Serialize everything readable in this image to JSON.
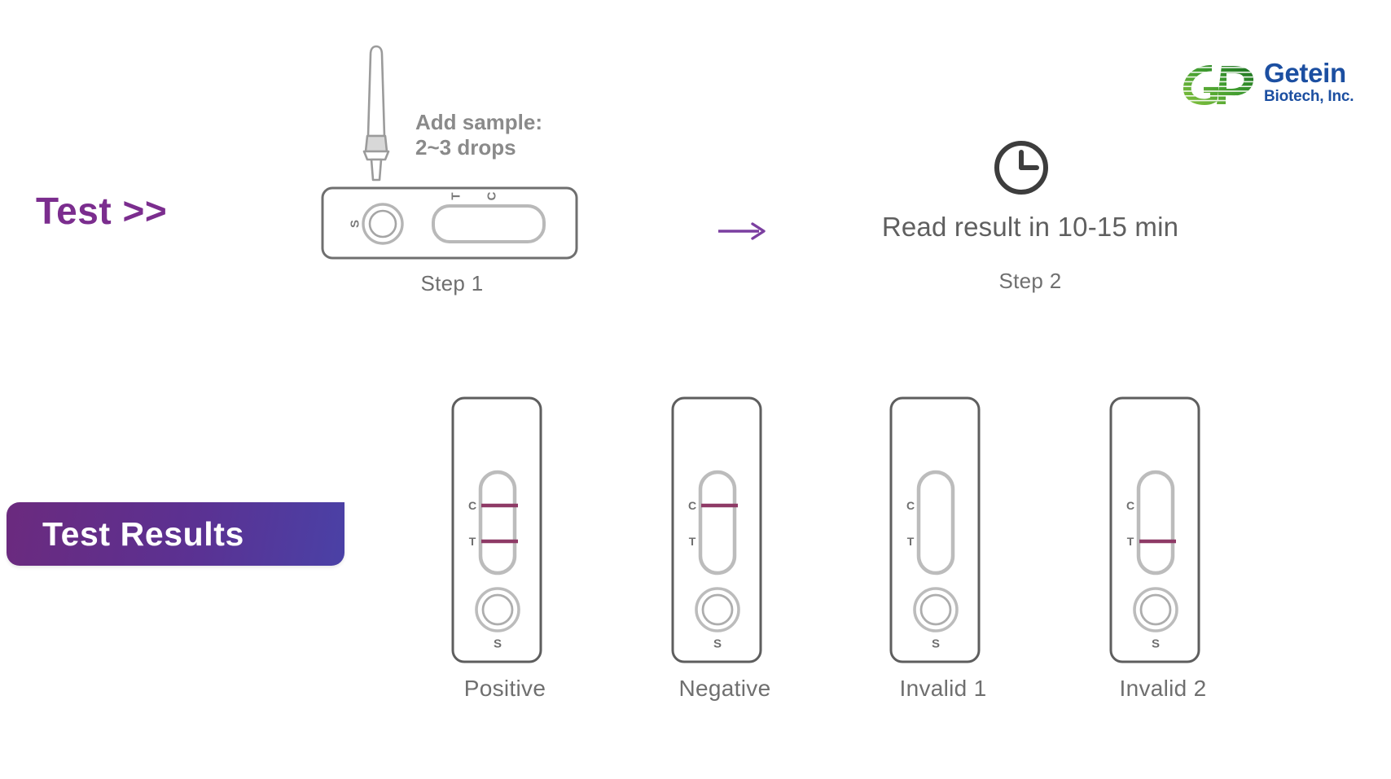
{
  "brand": {
    "mark_icon": "gp-logo-mark",
    "name_line1": "Getein",
    "name_line2": "Biotech, Inc.",
    "mark_color_dark": "#1f7a1f",
    "mark_color_light": "#7ec63f",
    "text_color": "#1c4fa1"
  },
  "test_section": {
    "heading": "Test >>",
    "heading_color": "#7b2d8e"
  },
  "step1": {
    "label": "Step 1",
    "instruction": "Add sample:\n2~3 drops",
    "dropper_icon": "dropper-pipette-icon",
    "cassette": {
      "sample_well_label": "S",
      "window_labels": [
        "T",
        "C"
      ],
      "orientation": "horizontal"
    }
  },
  "flow": {
    "arrow_icon": "right-arrow-icon",
    "arrow_color": "#7b3fa0"
  },
  "step2": {
    "label": "Step 2",
    "instruction": "Read result in 10-15 min",
    "clock_icon": "clock-icon",
    "clock_hands": "12-and-3"
  },
  "results": {
    "banner_label": "Test Results",
    "banner_gradient_from": "#6b2a7e",
    "banner_gradient_to": "#4a41a6",
    "line_color": "#8e3a66",
    "items": [
      {
        "caption": "Positive",
        "c_label": "C",
        "t_label": "T",
        "sample_label": "S",
        "c_line": true,
        "t_line": true
      },
      {
        "caption": "Negative",
        "c_label": "C",
        "t_label": "T",
        "sample_label": "S",
        "c_line": true,
        "t_line": false
      },
      {
        "caption": "Invalid 1",
        "c_label": "C",
        "t_label": "T",
        "sample_label": "S",
        "c_line": false,
        "t_line": false
      },
      {
        "caption": "Invalid 2",
        "c_label": "C",
        "t_label": "T",
        "sample_label": "S",
        "c_line": false,
        "t_line": true
      }
    ]
  }
}
